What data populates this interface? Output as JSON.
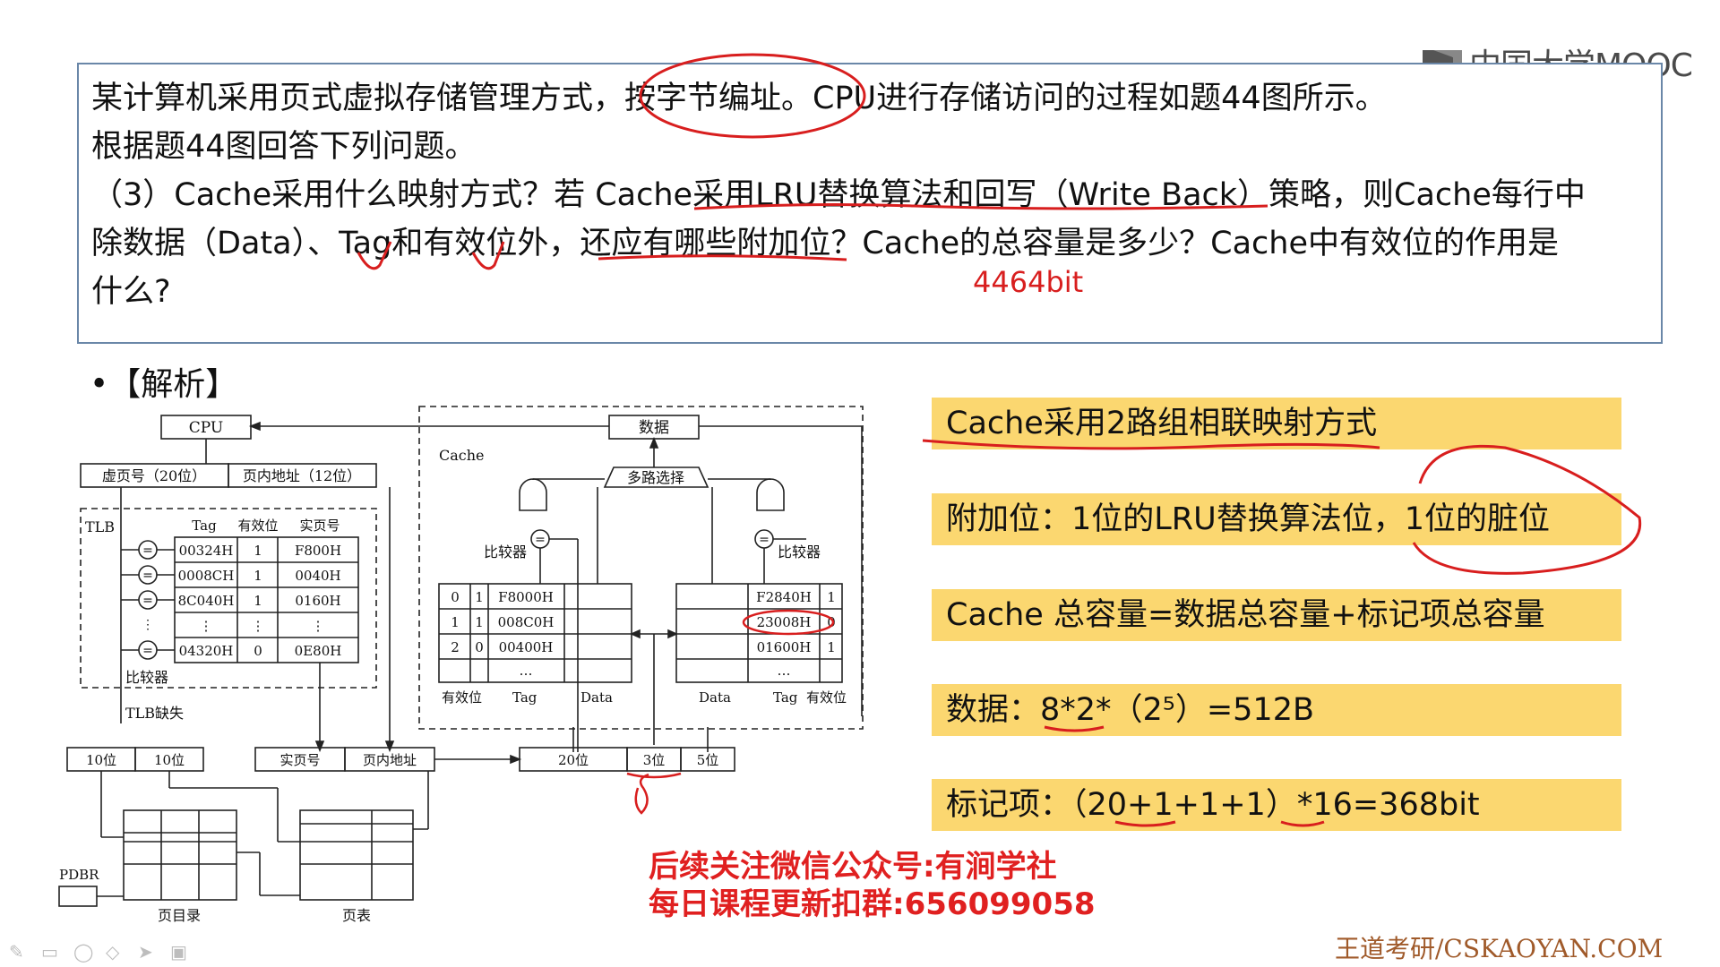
{
  "logo": {
    "text": "中国大学MOOC"
  },
  "question": {
    "line1": "某计算机采用页式虚拟存储管理方式，按字节编址。CPU进行存储访问的过程如题44图所示。",
    "line2": "根据题44图回答下列问题。",
    "line3": "（3）Cache采用什么映射方式？若 Cache采用LRU替换算法和回写（Write Back）策略，则Cache每行中",
    "line4": "除数据（Data）、Tag和有效位外，还应有哪些附加位？Cache的总容量是多少？Cache中有效位的作用是",
    "line5": "什么?",
    "handwritten_answer": "4464bit"
  },
  "analysis_heading": "•【解析】",
  "answers": {
    "a1": "Cache采用2路组相联映射方式",
    "a2": "附加位：1位的LRU替换算法位，1位的脏位",
    "a3": "Cache 总容量=数据总容量+标记项总容量",
    "a4": "数据：8*2*（2⁵）=512B",
    "a5": "标记项：（20+1+1+1）*16=368bit"
  },
  "promo": {
    "line1": "后续关注微信公众号:有涧学社",
    "line2": "每日课程更新扣群:656099058"
  },
  "footer": "王道考研/CSKAOYAN.COM",
  "diagram": {
    "cpu": "CPU",
    "vpn": "虚页号（20位）",
    "offset": "页内地址（12位）",
    "tlb": "TLB",
    "tlb_headers": [
      "Tag",
      "有效位",
      "实页号"
    ],
    "tlb_rows": [
      [
        "00324H",
        "1",
        "F800H"
      ],
      [
        "0008CH",
        "1",
        "0040H"
      ],
      [
        "8C040H",
        "1",
        "0160H"
      ],
      [
        "⋮",
        "⋮",
        "⋮"
      ],
      [
        "04320H",
        "0",
        "0E80H"
      ]
    ],
    "tlb_comparator": "比较器",
    "tlb_miss": "TLB缺失",
    "cache": "Cache",
    "data": "数据",
    "mux": "多路选择",
    "comparator": "比较器",
    "cache_left_rows": [
      [
        "0",
        "1",
        "F8000H"
      ],
      [
        "1",
        "1",
        "008C0H"
      ],
      [
        "2",
        "0",
        "00400H"
      ],
      [
        "",
        "",
        "…"
      ]
    ],
    "cache_right_rows": [
      [
        "F2840H",
        "1"
      ],
      [
        "23008H",
        "0"
      ],
      [
        "01600H",
        "1"
      ],
      [
        "…",
        ""
      ]
    ],
    "cache_left_labels": [
      "有效位",
      "Tag",
      "Data"
    ],
    "cache_right_labels": [
      "Data",
      "Tag",
      "有效位"
    ],
    "addr1": [
      "10位",
      "10位"
    ],
    "addr2": [
      "实页号",
      "页内地址"
    ],
    "addr3": [
      "20位",
      "3位",
      "5位"
    ],
    "handwritten_8": "8",
    "pdbr": "PDBR",
    "page_dir": "页目录",
    "page_table": "页表"
  }
}
